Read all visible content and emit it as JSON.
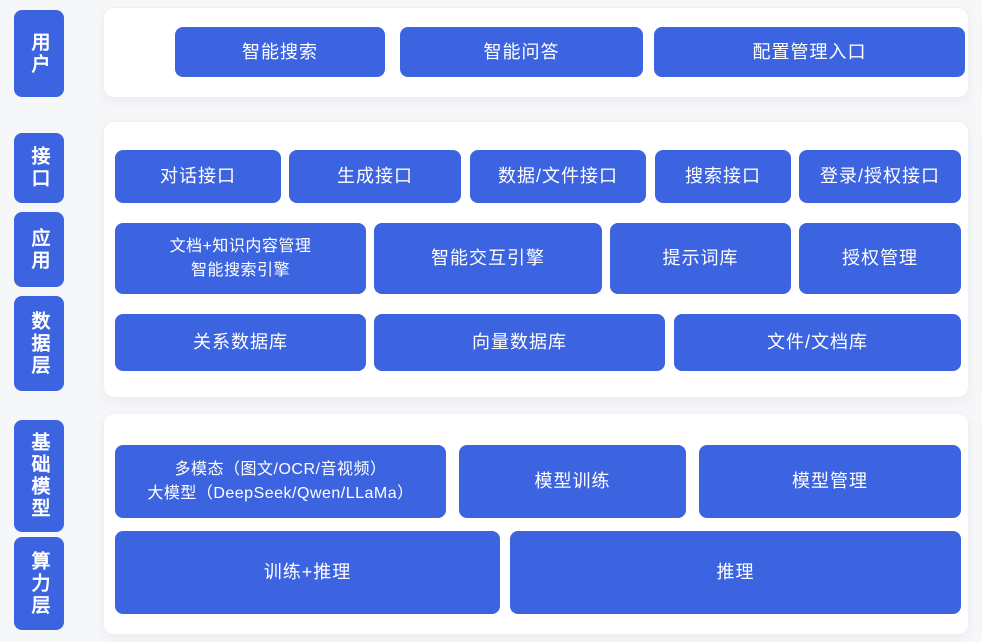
{
  "colors": {
    "block_blue": "#3d64e0",
    "panel_bg": "#ffffff",
    "page_bg": "#f6f7f9",
    "block_text": "#ffffff"
  },
  "sidebar": {
    "user": "用户",
    "interface": "接口",
    "application": "应用",
    "data_layer": "数据层",
    "base_model": "基础模型",
    "compute_layer": "算力层"
  },
  "user_panel": {
    "smart_search": "智能搜索",
    "smart_qa": "智能问答",
    "config_entry": "配置管理入口"
  },
  "service_panel": {
    "interface_row": {
      "dialog_api": "对话接口",
      "generate_api": "生成接口",
      "data_file_api": "数据/文件接口",
      "search_api": "搜索接口",
      "login_auth_api": "登录/授权接口"
    },
    "application_row": {
      "doc_engine_line1": "文档+知识内容管理",
      "doc_engine_line2": "智能搜索引擎",
      "interactive_engine": "智能交互引擎",
      "prompt_library": "提示词库",
      "auth_management": "授权管理"
    },
    "data_row": {
      "relational_db": "关系数据库",
      "vector_db": "向量数据库",
      "file_doc_store": "文件/文档库"
    }
  },
  "model_panel": {
    "model_row": {
      "multimodal_line1": "多模态（图文/OCR/音视频）",
      "multimodal_line2": "大模型（DeepSeek/Qwen/LLaMa）",
      "model_training": "模型训练",
      "model_management": "模型管理"
    },
    "compute_row": {
      "training_inference": "训练+推理",
      "inference": "推理"
    }
  }
}
